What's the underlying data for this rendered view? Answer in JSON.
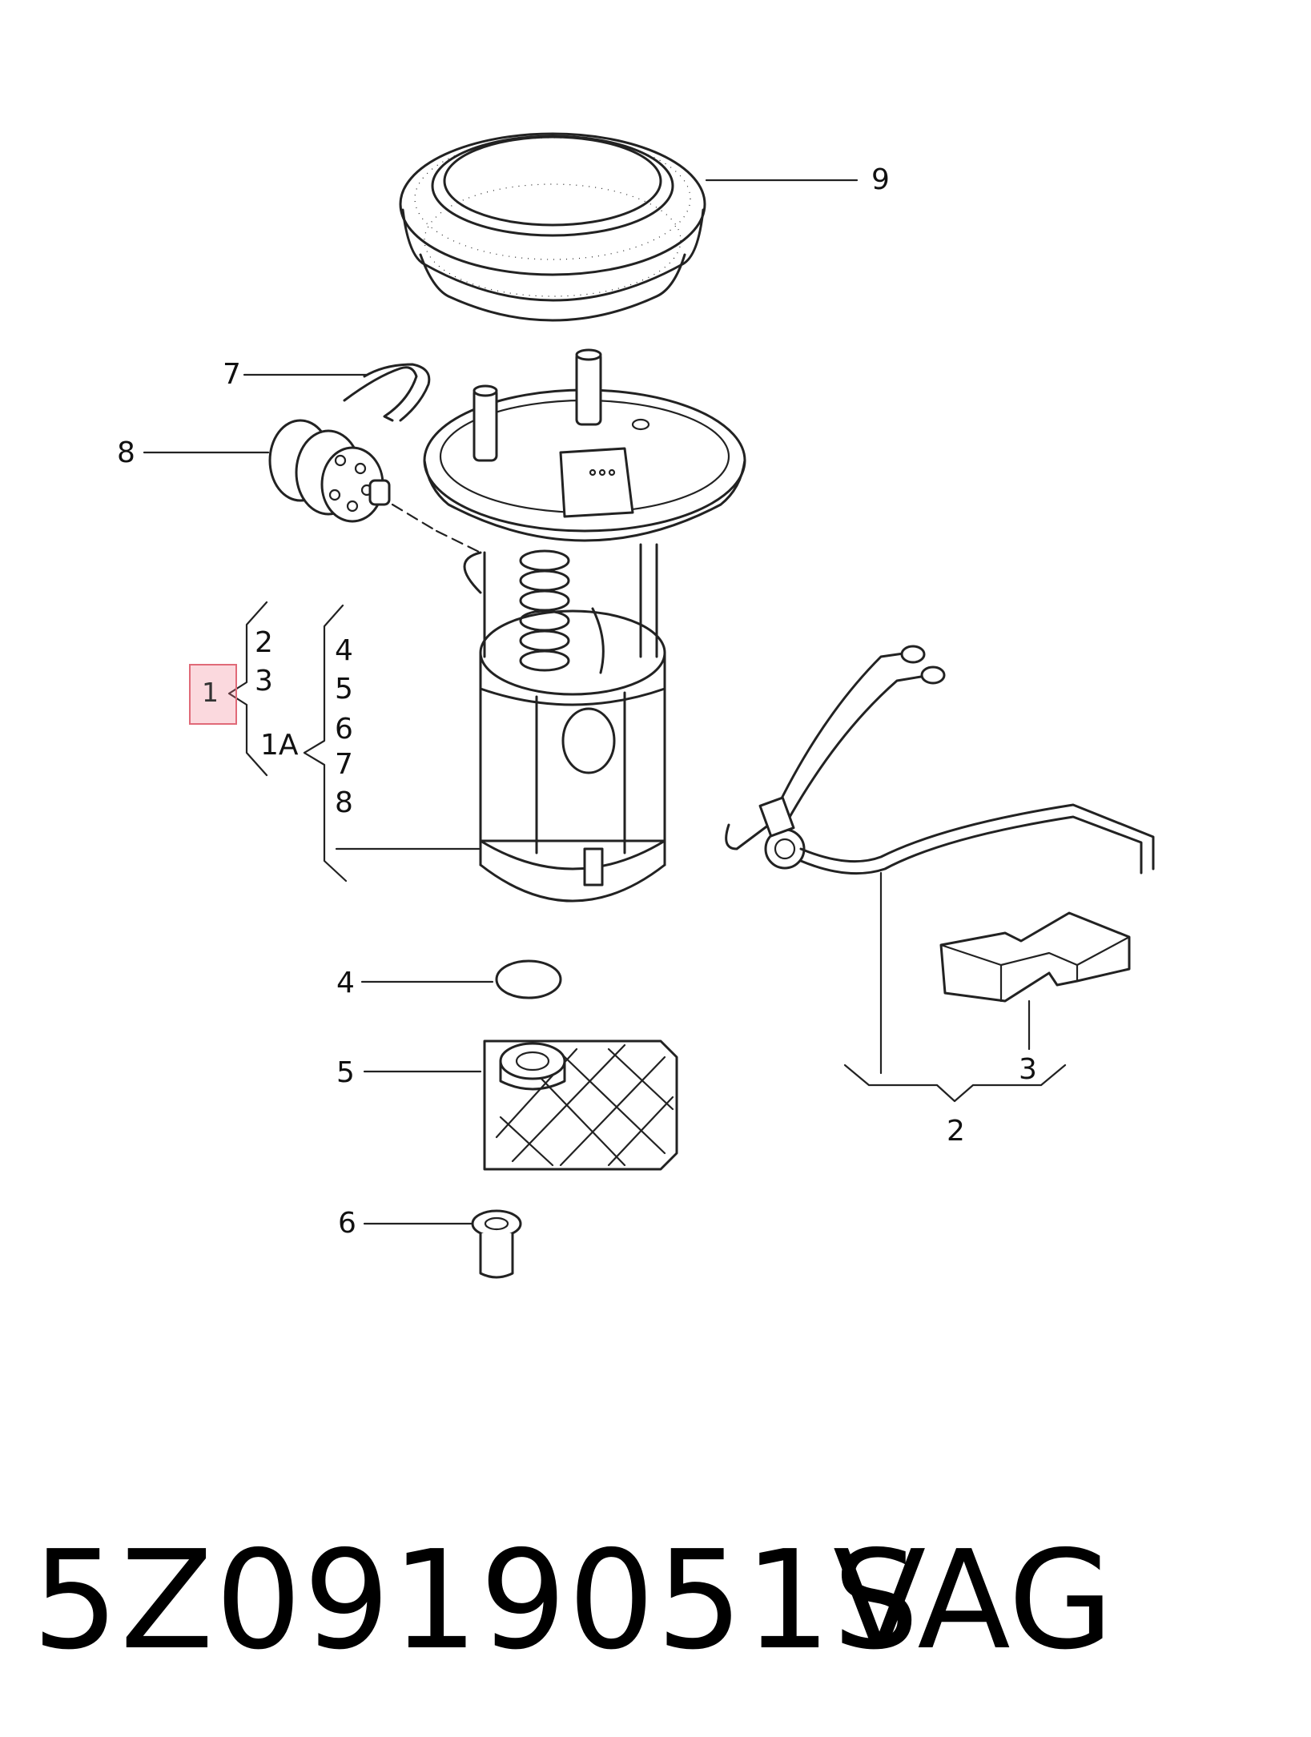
{
  "diagram": {
    "labels": {
      "p1": "1",
      "p1a": "1A",
      "p2": "2",
      "p3": "3",
      "p4": "4",
      "p5": "5",
      "p6": "6",
      "p7": "7",
      "p8": "8",
      "p9": "9"
    },
    "group_1": [
      "2",
      "3"
    ],
    "group_1a": [
      "4",
      "5",
      "6",
      "7",
      "8"
    ],
    "highlighted_label": "1"
  },
  "caption": {
    "part_number": "5Z0919051S",
    "brand": "VAG"
  },
  "colors": {
    "highlight": "#f07887",
    "line": "#222222",
    "background": "#ffffff"
  }
}
